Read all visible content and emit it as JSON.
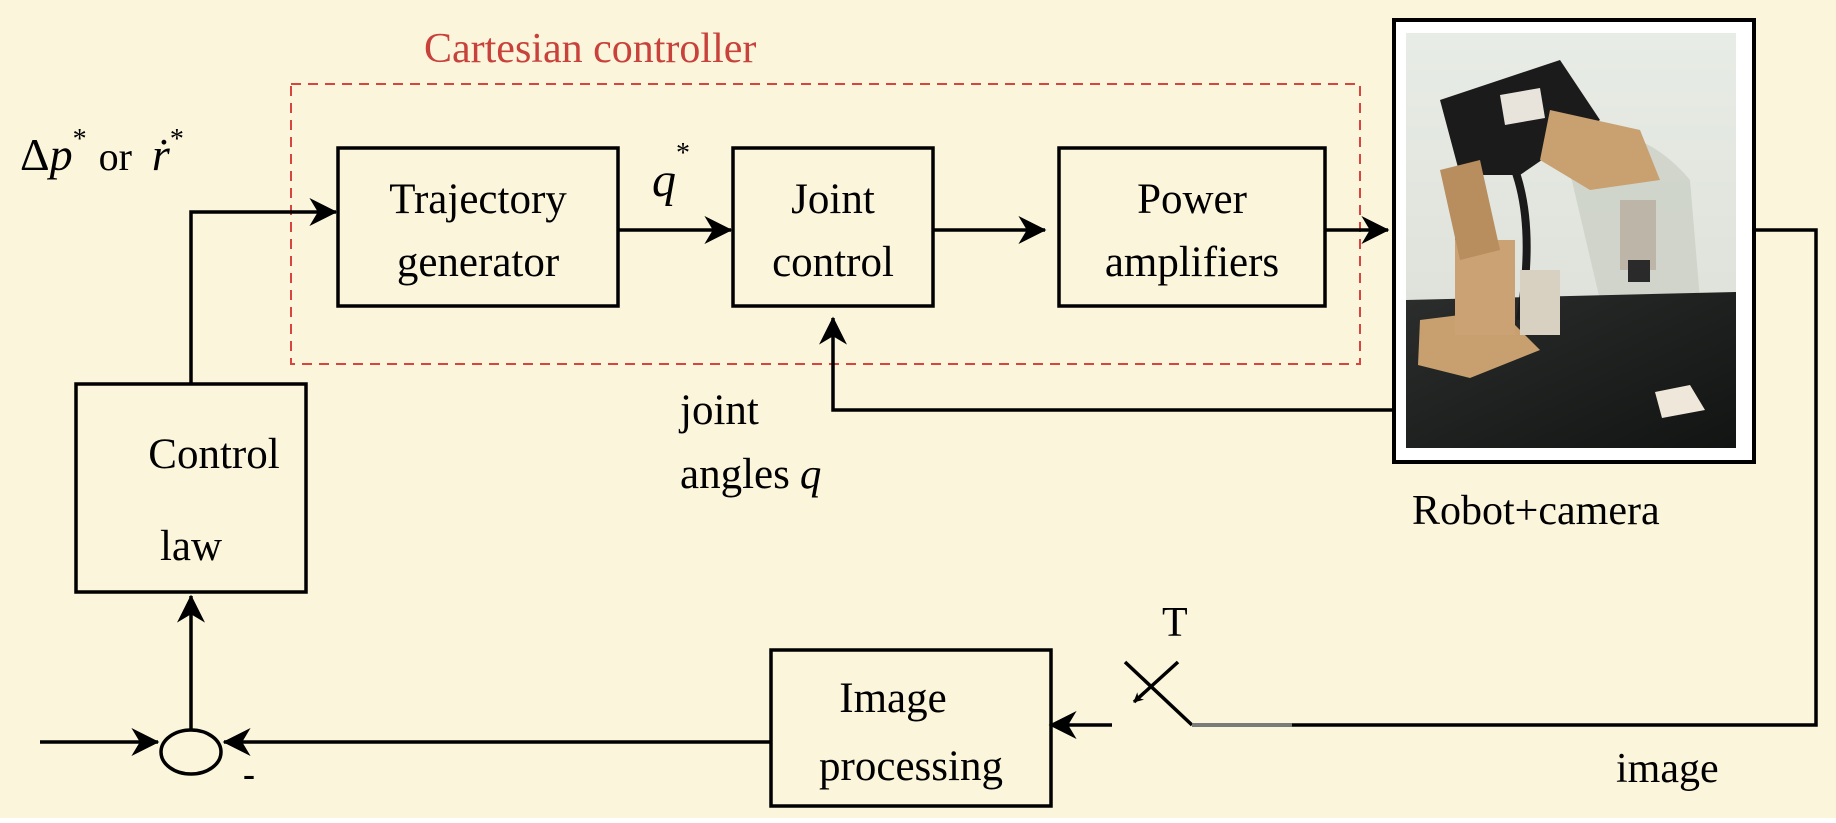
{
  "diagram": {
    "colors": {
      "background": "#fbf5dc",
      "cartesian_border": "#d8443e",
      "cartesian_label": "#c8413a",
      "lines": "#000000"
    },
    "cartesian_controller_label": "Cartesian controller",
    "input_label": {
      "delta": "Δ",
      "p": "p",
      "star1": "*",
      "or": "or",
      "r": "ṙ",
      "star2": "*"
    },
    "q_star": {
      "q": "q",
      "star": "*"
    },
    "blocks": {
      "trajectory_generator": [
        "Trajectory",
        "generator"
      ],
      "joint_control": [
        "Joint",
        "control"
      ],
      "power_amplifiers": [
        "Power",
        "amplifiers"
      ],
      "control_law": [
        "Control",
        "law"
      ],
      "image_processing": [
        "Image",
        "processing"
      ]
    },
    "joint_angles_label": {
      "line1": "joint",
      "line2": "angles",
      "q": "q"
    },
    "robot_caption": "Robot+camera",
    "sampler_label": "T",
    "image_label": "image",
    "minus_sign": "-",
    "icons": {
      "robot_photo": "robot-arm-photo"
    }
  }
}
